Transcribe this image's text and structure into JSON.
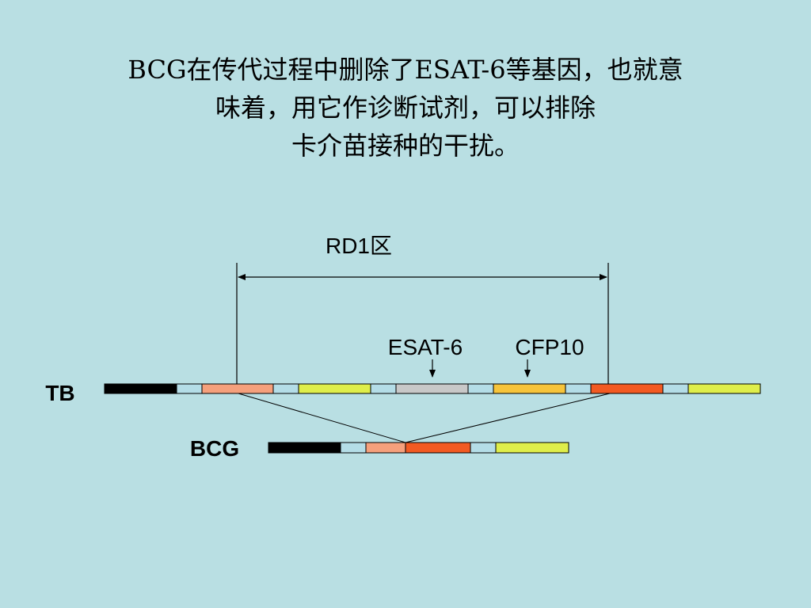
{
  "title": {
    "line1": "BCG在传代过程中删除了ESAT-6等基因，也就意",
    "line2": "味着，用它作诊断试剂，可以排除",
    "line3": "卡介苗接种的干扰。"
  },
  "diagram": {
    "region_label": "RD1区",
    "esat_label": "ESAT-6",
    "cfp_label": "CFP10",
    "tb_label": "TB",
    "bcg_label": "BCG"
  },
  "colors": {
    "background": "#b9dfe3",
    "black": "#000000",
    "light_blue": "#b4dde7",
    "salmon": "#f5a07c",
    "yellow_green": "#dfee4a",
    "gray": "#c8c8c8",
    "orange": "#f7c43a",
    "red_orange": "#f25a22"
  }
}
